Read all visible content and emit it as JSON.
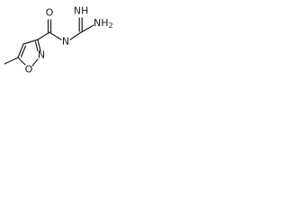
{
  "molecule": {
    "atom_labels": {
      "imine_nh": "NH",
      "amine_nh2": "NH",
      "amine_sub": "2",
      "amide_o": "O",
      "amide_n": "N",
      "ring_n": "N",
      "ring_o": "O"
    }
  }
}
